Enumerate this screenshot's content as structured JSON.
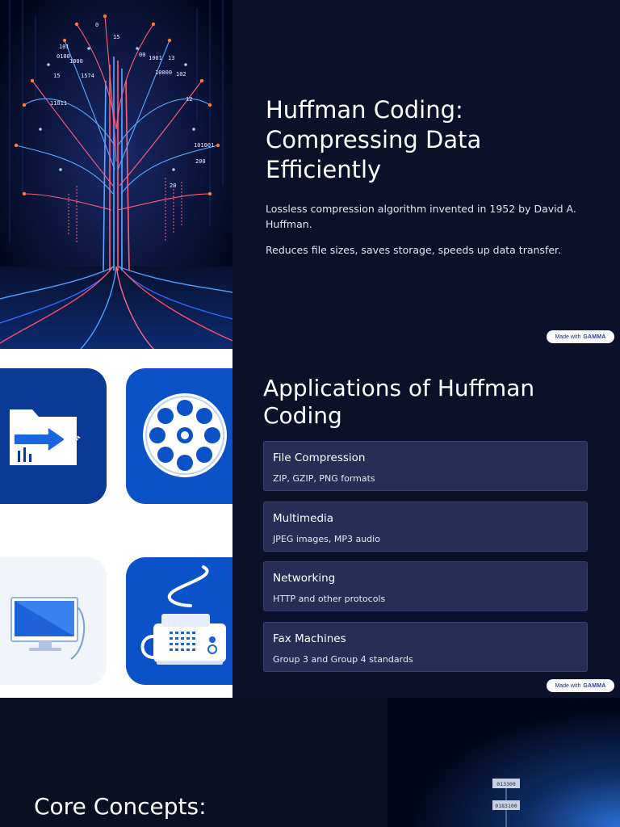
{
  "slide1": {
    "title": "Huffman Coding: Compressing Data Efficiently",
    "paragraph1": "Lossless compression algorithm invented in 1952 by David A. Huffman.",
    "paragraph2": "Reduces file sizes, saves storage, speeds up data transfer.",
    "image_label": "binary-tree-illustration",
    "tree_numbers": [
      "0",
      "15",
      "101",
      "0100",
      "1000",
      "1001",
      "15",
      "00",
      "102",
      "10000",
      "11011",
      "12",
      "13",
      "200",
      "20",
      "1574",
      "101001"
    ]
  },
  "slide2": {
    "title": "Applications of Huffman Coding",
    "cards": [
      {
        "title": "File Compression",
        "desc": "ZIP, GZIP, PNG formats",
        "icon": "folder-arrow-icon"
      },
      {
        "title": "Multimedia",
        "desc": "JPEG images, MP3 audio",
        "icon": "film-reel-icon"
      },
      {
        "title": "Networking",
        "desc": "HTTP and other protocols",
        "icon": "computer-monitor-icon"
      },
      {
        "title": "Fax Machines",
        "desc": "Group 3 and Group 4 standards",
        "icon": "fax-machine-icon"
      }
    ]
  },
  "slide3": {
    "title": "Core Concepts:",
    "node_labels": [
      "013300",
      "0183100"
    ]
  },
  "badge": {
    "made_with": "Made with",
    "brand": "GAMMA"
  },
  "colors": {
    "background": "#0c1028",
    "card": "#272d54",
    "icon_blue": "#0b52c8",
    "icon_navy": "#0a3a96"
  }
}
